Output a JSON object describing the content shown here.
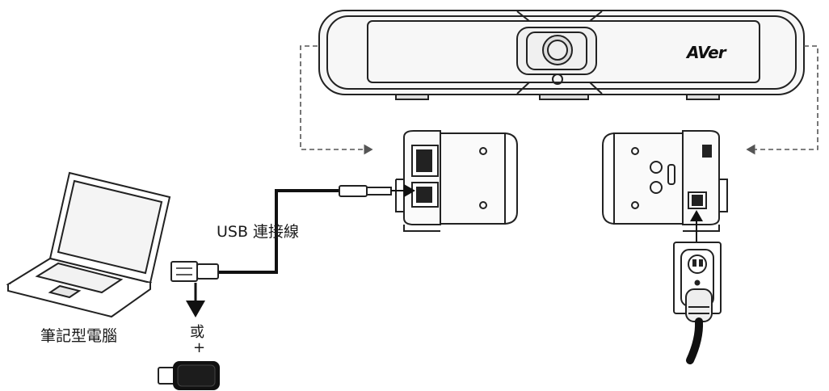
{
  "labels": {
    "usb_cable": "USB 連接線",
    "laptop": "筆記型電腦",
    "or": "或",
    "plus": "+"
  },
  "brand": {
    "logo_text": "AVer"
  },
  "colors": {
    "line": "#1a1a1a",
    "dashed_arrow": "#555555",
    "background": "#ffffff",
    "dongle_body": "#111111"
  },
  "icons": [
    "camera-bar-icon",
    "camera-lens-icon",
    "camera-left-end-icon",
    "camera-right-end-icon",
    "laptop-icon",
    "usb-plug-icon",
    "usb-dongle-icon",
    "wall-outlet-icon",
    "power-plug-icon",
    "dashed-arrow-icon",
    "arrow-down-icon",
    "arrow-up-icon"
  ]
}
